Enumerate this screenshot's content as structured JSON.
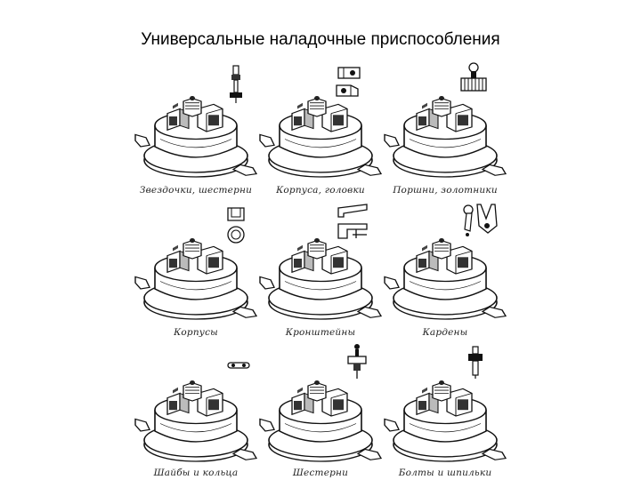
{
  "slide": {
    "title": "Универсальные наладочные приспособления"
  },
  "fixtures": [
    {
      "caption": "Звездочки, шестерни",
      "part_icon": "spindle-part-icon"
    },
    {
      "caption": "Корпуса, головки",
      "part_icon": "bracket-parts-icon"
    },
    {
      "caption": "Поршни, золотники",
      "part_icon": "piston-part-icon"
    },
    {
      "caption": "Корпусы",
      "part_icon": "housing-ring-parts-icon"
    },
    {
      "caption": "Кронштейны",
      "part_icon": "clamp-parts-icon"
    },
    {
      "caption": "Кардены",
      "part_icon": "cardan-parts-icon"
    },
    {
      "caption": "Шайбы и кольца",
      "part_icon": "pin-part-icon"
    },
    {
      "caption": "Шестерни",
      "part_icon": "gear-shaft-part-icon"
    },
    {
      "caption": "Болты и шпильки",
      "part_icon": "bolt-part-icon"
    }
  ]
}
